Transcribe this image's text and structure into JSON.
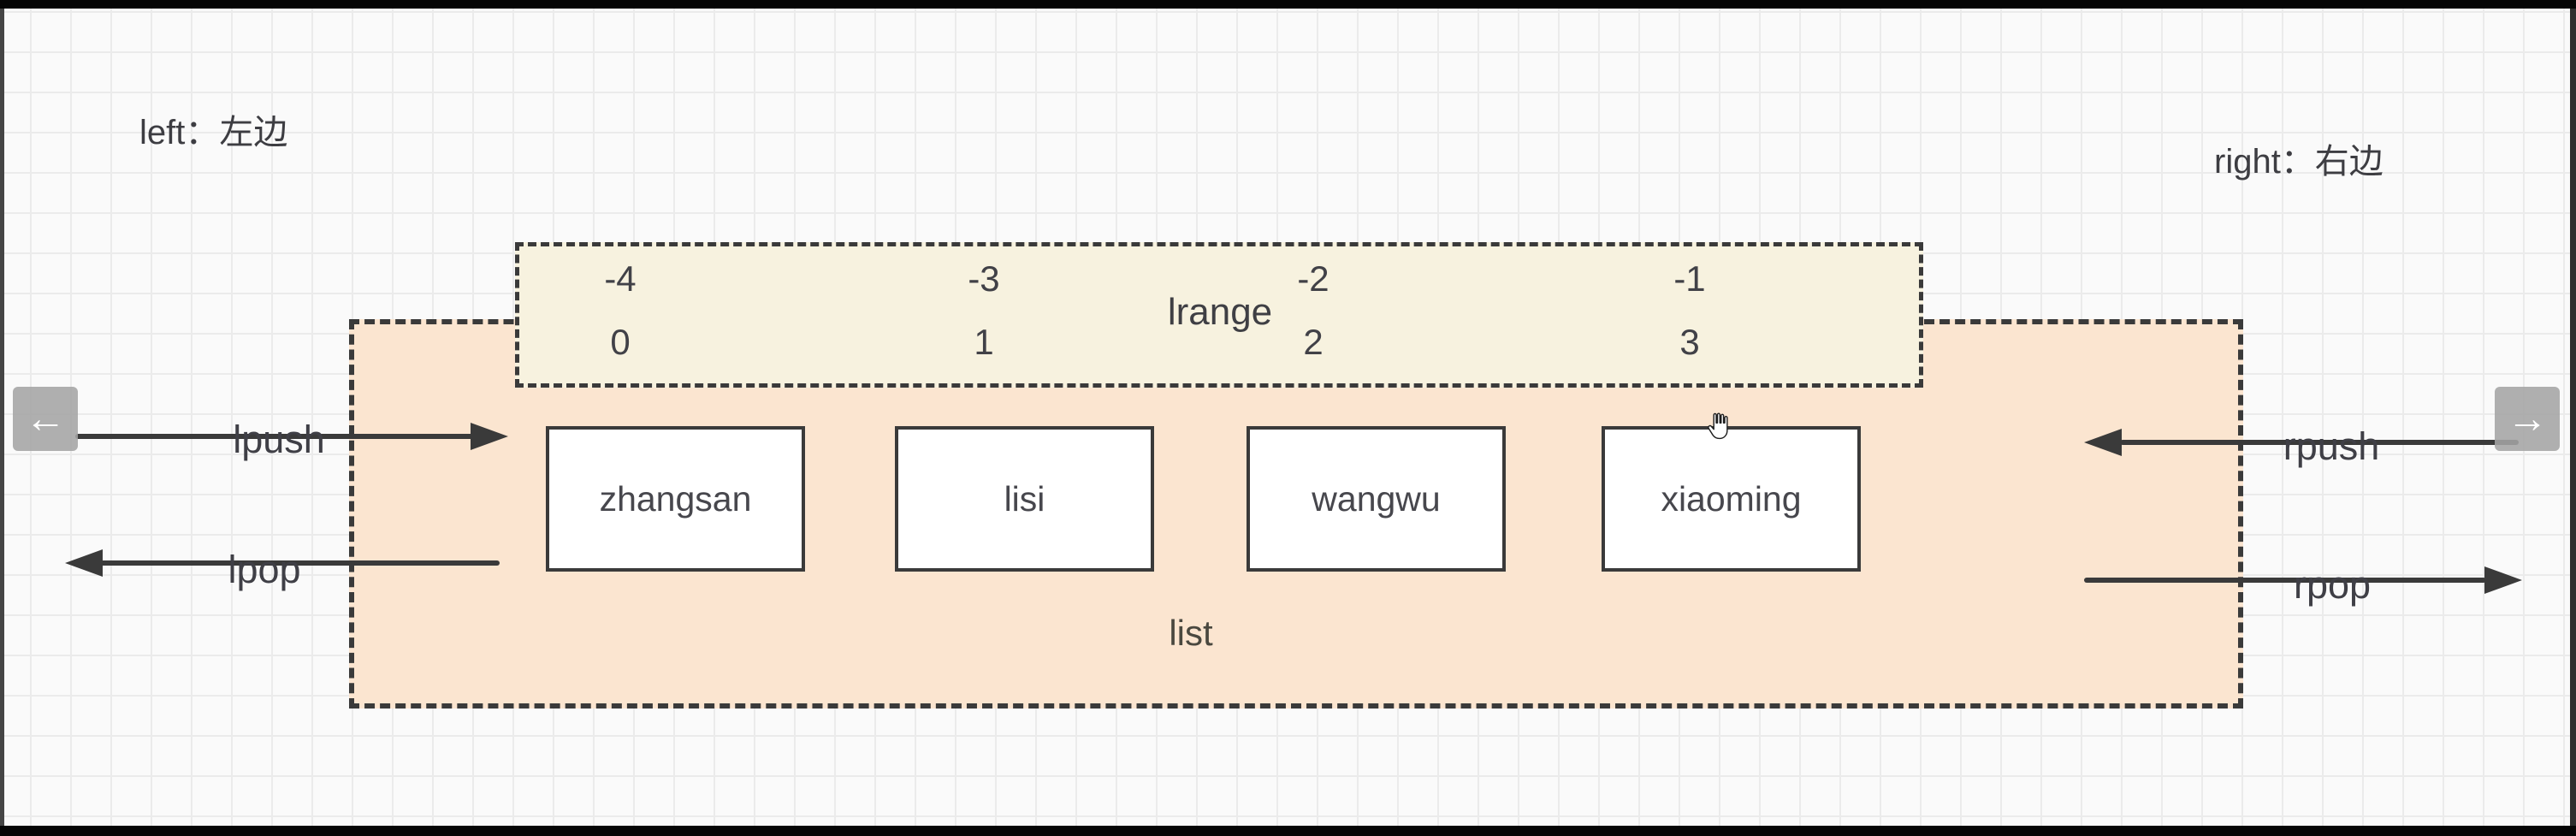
{
  "annotations": {
    "left_note": "left：左边",
    "right_note": "right：右边"
  },
  "lrange_box": {
    "label": "lrange",
    "neg_indices": [
      "-4",
      "-3",
      "-2",
      "-1"
    ],
    "pos_indices": [
      "0",
      "1",
      "2",
      "3"
    ]
  },
  "list_box": {
    "label": "list",
    "items": [
      "zhangsan",
      "lisi",
      "wangwu",
      "xiaoming"
    ]
  },
  "operations": {
    "lpush": "lpush",
    "lpop": "lpop",
    "rpush": "rpush",
    "rpop": "rpop"
  },
  "nav": {
    "prev_icon": "←",
    "next_icon": "→"
  },
  "colors": {
    "list_box_fill": "#fbe5d0",
    "lrange_box_fill": "#f7f2df",
    "stroke": "#3a3a3a",
    "text": "#414147",
    "nav_button_gray": "#a4a4a4"
  }
}
